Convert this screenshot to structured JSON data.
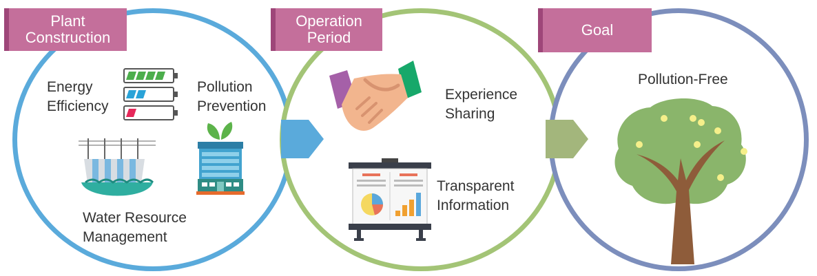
{
  "stages": [
    {
      "title_line1": "Plant",
      "title_line2": "Construction",
      "color": "#5aaadb"
    },
    {
      "title_line1": "Operation",
      "title_line2": "Period",
      "color": "#a3c476"
    },
    {
      "title": "Goal",
      "color": "#7c8ebc"
    }
  ],
  "tag_color": "#c46f9b",
  "construction": {
    "energy_line1": "Energy",
    "energy_line2": "Efficiency",
    "pollution_line1": "Pollution",
    "pollution_line2": "Prevention",
    "water_line1": "Water Resource",
    "water_line2": "Management"
  },
  "operation": {
    "experience_line1": "Experience",
    "experience_line2": "Sharing",
    "transparent_line1": "Transparent",
    "transparent_line2": "Information"
  },
  "goal": {
    "label": "Pollution-Free"
  },
  "icons": [
    "battery-icon",
    "green-building-icon",
    "hydro-dam-icon",
    "handshake-icon",
    "presentation-board-icon",
    "tree-icon"
  ]
}
